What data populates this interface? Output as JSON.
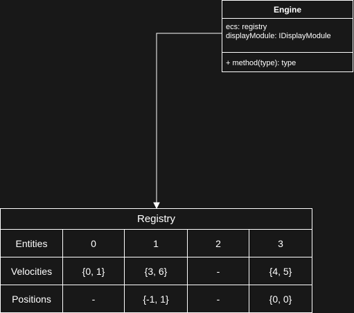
{
  "engine": {
    "title": "Engine",
    "attributes": [
      "ecs: registry",
      "displayModule: IDisplayModule"
    ],
    "methods": [
      "+ method(type): type"
    ]
  },
  "registry": {
    "title": "Registry",
    "rows": [
      {
        "label": "Entities",
        "cells": [
          "0",
          "1",
          "2",
          "3"
        ]
      },
      {
        "label": "Velocities",
        "cells": [
          "{0, 1}",
          "{3, 6}",
          "-",
          "{4, 5}"
        ]
      },
      {
        "label": "Positions",
        "cells": [
          "-",
          "{-1, 1}",
          "-",
          "{0, 0}"
        ]
      }
    ]
  },
  "colors": {
    "background": "#181818",
    "stroke": "#ffffff"
  }
}
